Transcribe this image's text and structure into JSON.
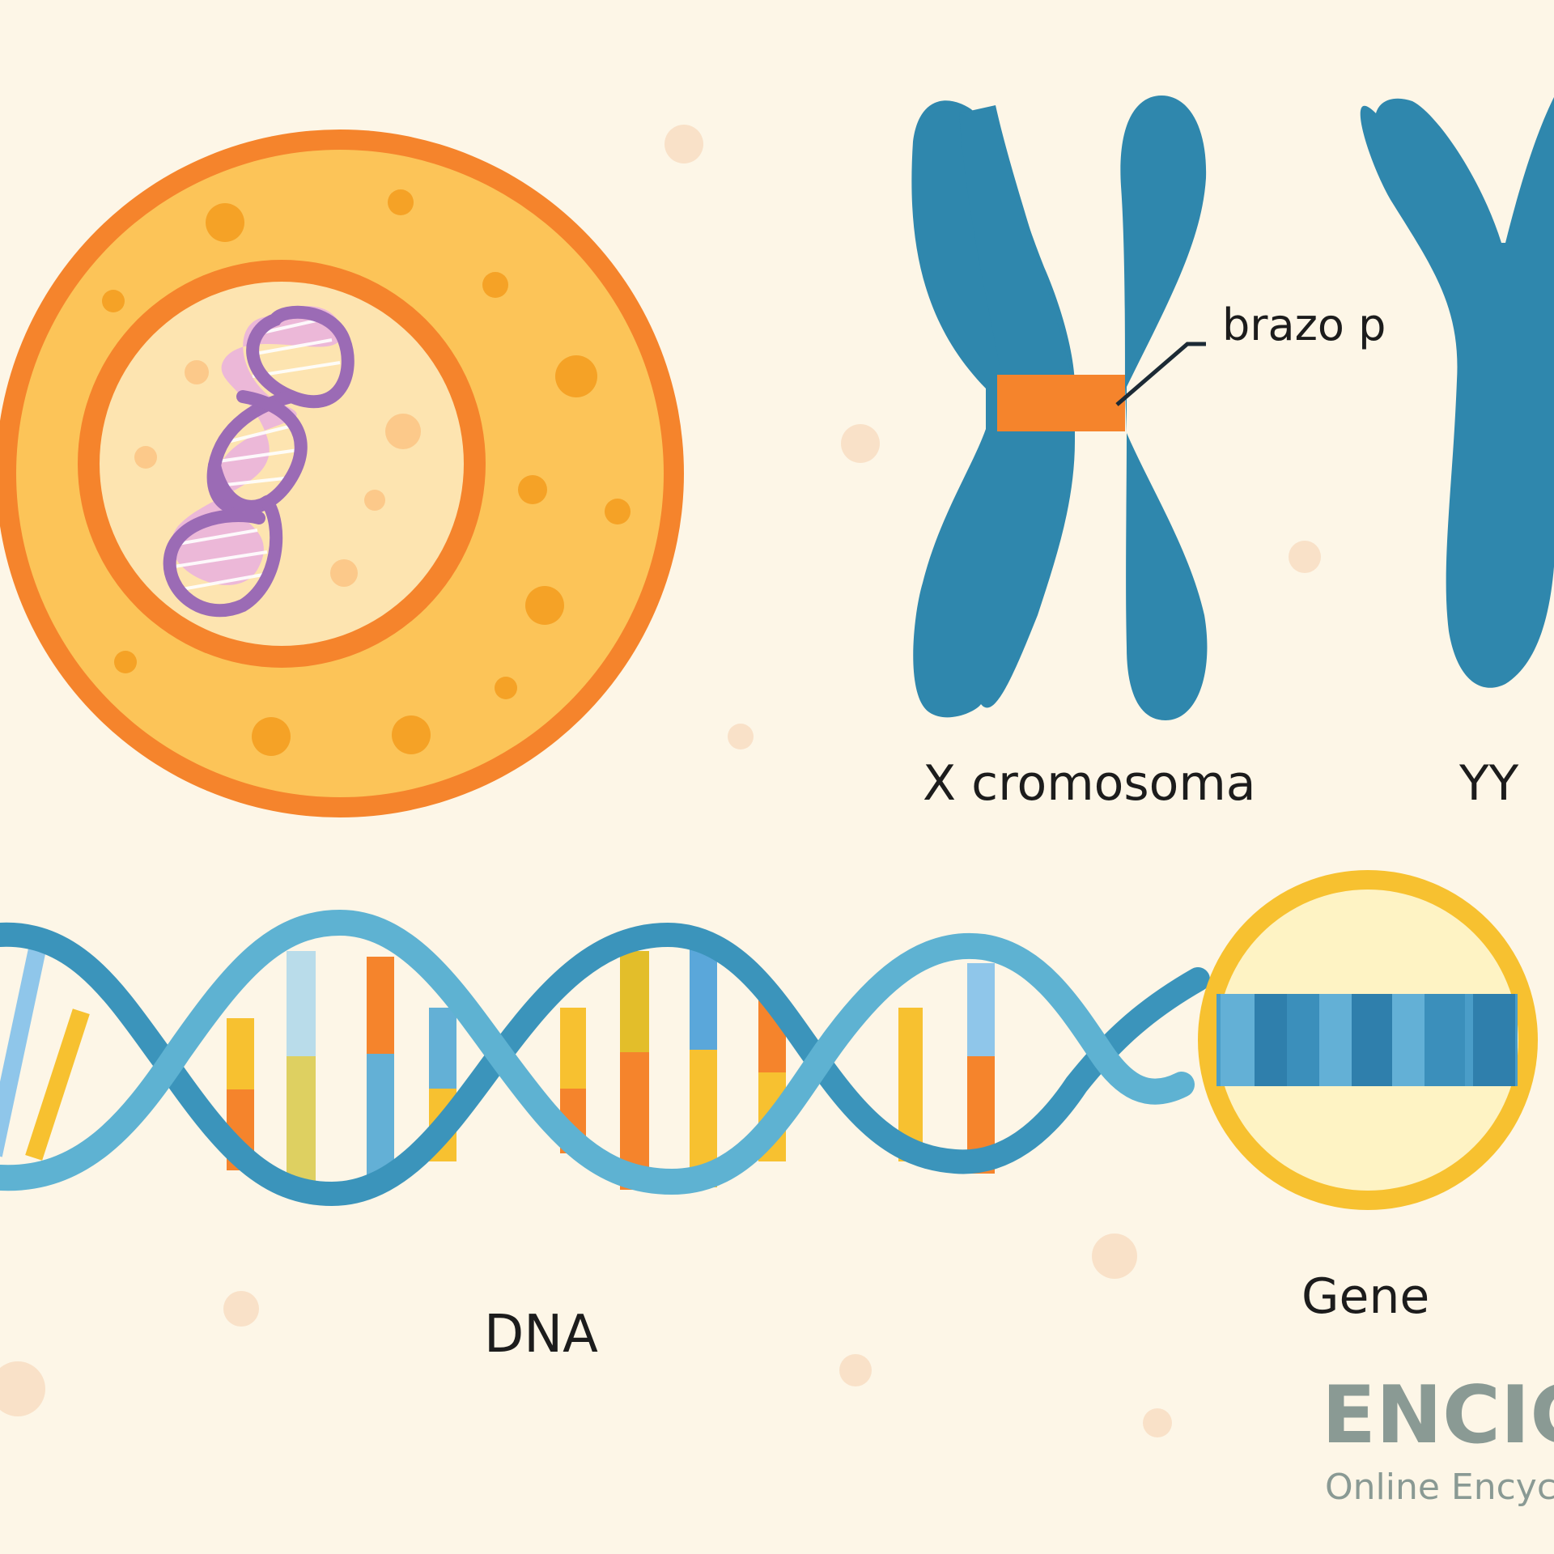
{
  "labels": {
    "p_arm": "brazo p",
    "x_chromosome": "X cromosoma",
    "y_chromosome": "YY",
    "dna": "DNA",
    "gene": "Gene"
  },
  "watermark": {
    "brand": "ENCIC",
    "tagline": "Online Encyc"
  },
  "colors": {
    "background": "#fdf6e7",
    "cell_membrane": "#f5842c",
    "cytoplasm": "#fcc458",
    "nucleus": "#fde4b0",
    "dna_helix_small": "#9b6bb5",
    "chromosome": "#2f87ad",
    "centromere": "#f5842c",
    "dna_strand": "#3b94bb",
    "gene_ring": "#f7c130"
  }
}
